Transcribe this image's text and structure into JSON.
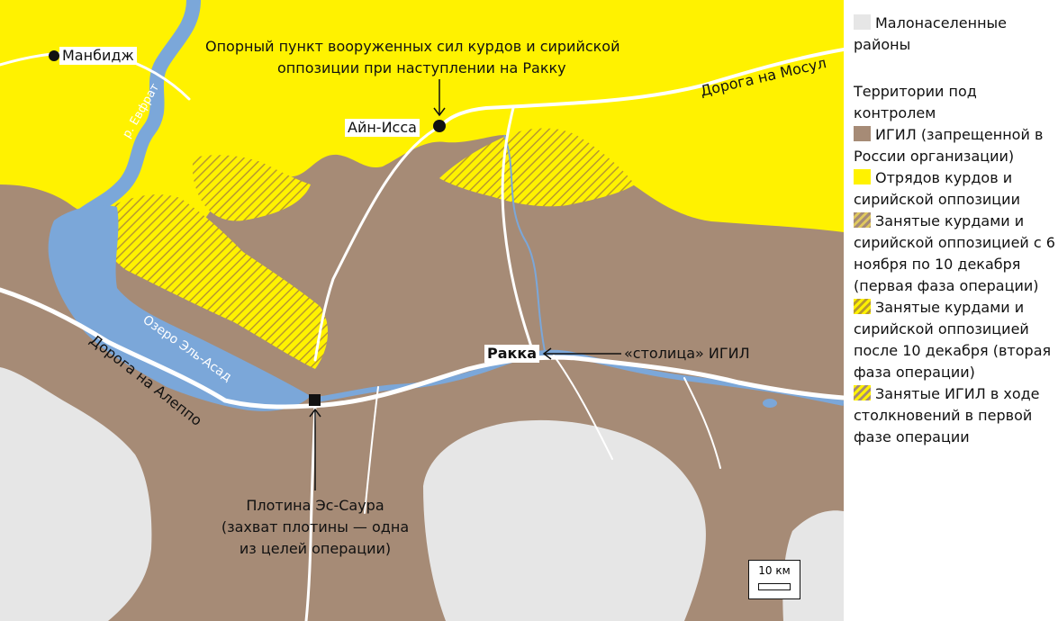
{
  "map": {
    "labels": {
      "manbij": "Манбидж",
      "stronghold": "Опорный пункт вооруженных сил курдов и сирийской",
      "stronghold2": "оппозиции при наступлении на Ракку",
      "ain_issa": "Айн-Исса",
      "road_mosul": "Дорога на Мосул",
      "river": "р. Евфрат",
      "lake": "Озеро Эль-Асад",
      "road_aleppo": "Дорога на Алеппо",
      "raqqa": "Ракка",
      "capital": "«столица» ИГИЛ",
      "dam1": "Плотина Эс-Саура",
      "dam2": "(захват плотины — одна",
      "dam3": "из целей операции)"
    },
    "scale": "10 км",
    "colors": {
      "isis": "#A68B76",
      "kurds": "#FFF200",
      "sparse": "#E6E6E6",
      "water": "#7BA7D9",
      "road": "#FFFFFF",
      "hatch_dark": "#B89A2E"
    }
  },
  "legend": {
    "sparse": "Малонаселенные районы",
    "territories_title": "Территории под контролем",
    "isis": "ИГИЛ (запрещенной в России организации)",
    "kurds": "Отрядов курдов и сирийской оппозиции",
    "phase1": "Занятые курдами и сирийской оппозицией с 6 ноября по 10 декабря (первая фаза операции)",
    "phase2": "Занятые курдами и сирийской оппозицией после 10 декабря (вторая фаза операции)",
    "isis_taken": "Занятые ИГИЛ в ходе столкновений в первой фазе операции"
  }
}
